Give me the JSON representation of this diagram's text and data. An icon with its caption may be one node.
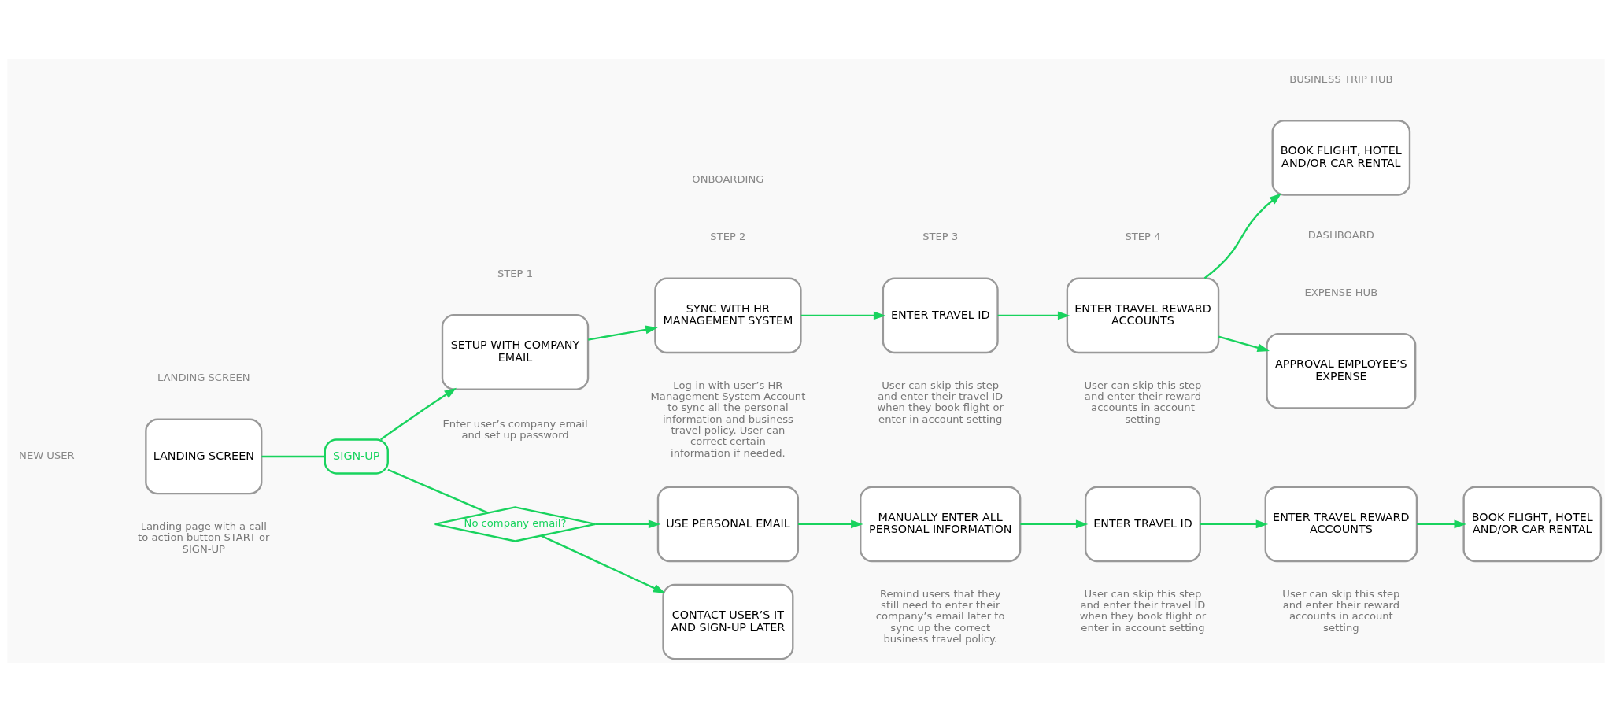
{
  "diagram": {
    "nodes": [
      {
        "text": [
          "LANDING SCREEN"
        ],
        "beside": [
          "Landing page with a call to action button START or SIGN-UP"
        ]
      },
      {
        "text": [
          "SIGN-UP"
        ]
      },
      {
        "text": [
          "No company email?"
        ]
      },
      {
        "text": [
          "SETUP WITH COMPANY EMAIL"
        ],
        "beside": [
          "Enter user’s company email and set up password"
        ]
      },
      {
        "text": [
          "SYNC WITH HR MANAGEMENT SYSTEM"
        ],
        "beside": [
          "Log-in with user’s HR Management System Account to sync all the personal information and business travel policy. User can correct certain information if needed."
        ]
      },
      {
        "text": [
          "ENTER TRAVEL ID"
        ],
        "beside": [
          "User can skip this step and enter their travel ID when they book flight or enter in account setting"
        ]
      },
      {
        "text": [
          "ENTER TRAVEL REWARD ACCOUNTS"
        ],
        "beside": [
          "User can skip this step and enter their reward accounts in account setting"
        ]
      },
      {
        "text": [
          "BOOK FLIGHT, HOTEL AND/OR CAR RENTAL"
        ]
      },
      {
        "text": [
          "APPROVAL EMPLOYEE’S EXPENSE"
        ]
      },
      {
        "text": [
          "USE PERSONAL EMAIL"
        ]
      },
      {
        "text": [
          "MANUALLY ENTER ALL PERSONAL INFORMATION"
        ],
        "beside": [
          "Remind users that they still need to enter their company’s email later to sync up the correct business travel policy."
        ]
      },
      {
        "text": [
          "ENTER TRAVEL ID"
        ],
        "beside": [
          "User can skip this step and enter their travel ID when they book flight or enter in account setting"
        ]
      },
      {
        "text": [
          "ENTER TRAVEL REWARD ACCOUNTS"
        ],
        "beside": [
          "User can skip this step and enter their reward accounts in account setting"
        ]
      },
      {
        "text": [
          "BOOK FLIGHT, HOTEL AND/OR CAR RENTAL"
        ]
      },
      {
        "text": [
          "CONTACT USER’S IT AND SIGN-UP LATER"
        ]
      }
    ],
    "edges": [
      {
        "from": 0,
        "to": 1,
        "arrow": "none"
      },
      {
        "from": 1,
        "to": 3,
        "arrow": "to"
      },
      {
        "from": 1,
        "to": 2,
        "arrow": "none"
      },
      {
        "from": 2,
        "to": 9,
        "arrow": "to"
      },
      {
        "from": 2,
        "to": 14,
        "arrow": "to"
      },
      {
        "from": 3,
        "to": 4,
        "arrow": "to"
      },
      {
        "from": 4,
        "to": 5,
        "arrow": "to"
      },
      {
        "from": 5,
        "to": 6,
        "arrow": "to"
      },
      {
        "from": 6,
        "to": 7,
        "arrow": "to"
      },
      {
        "from": 6,
        "to": 8,
        "arrow": "to"
      },
      {
        "from": 9,
        "to": 10,
        "arrow": "to"
      },
      {
        "from": 10,
        "to": 11,
        "arrow": "to"
      },
      {
        "from": 11,
        "to": 12,
        "arrow": "to"
      },
      {
        "from": 12,
        "to": 13,
        "arrow": "to"
      }
    ],
    "labels": [
      "LANDING SCREEN",
      "ONBOARDING",
      "DASHBOARD",
      "STEP 1",
      "STEP 2",
      "STEP 3",
      "STEP 4",
      "BUSINESS TRIP HUB",
      "EXPENSE HUB",
      "NEW USER"
    ]
  }
}
